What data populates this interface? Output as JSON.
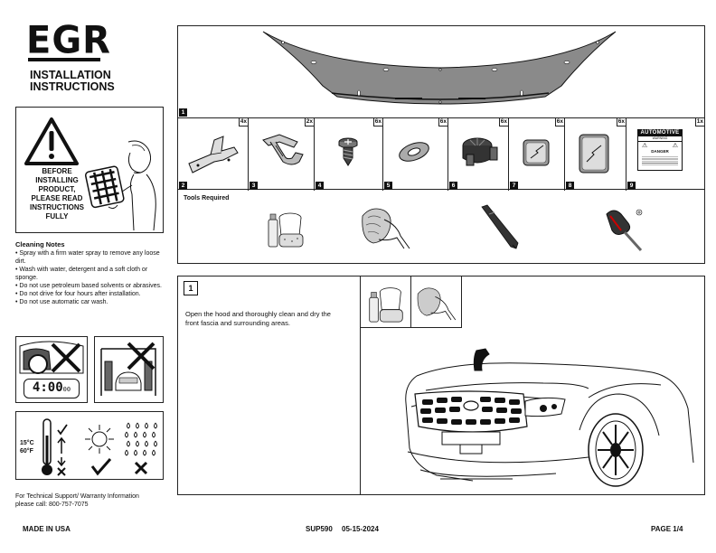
{
  "brand": {
    "logo_text": "EGR"
  },
  "header": {
    "line1": "INSTALLATION",
    "line2": "INSTRUCTIONS"
  },
  "warning": {
    "lines": [
      "BEFORE",
      "INSTALLING",
      "PRODUCT,",
      "PLEASE READ",
      "INSTRUCTIONS",
      "FULLY"
    ]
  },
  "cleaning_notes": {
    "title": "Cleaning Notes",
    "items": [
      "• Spray with a firm water spray to remove any loose dirt.",
      "• Wash with water, detergent and a soft cloth or sponge.",
      "• Do not use petroleum based solvents or abrasives.",
      "• Do not drive for four hours after installation.",
      "• Do not use automatic car wash."
    ]
  },
  "clock": {
    "display": "4:00",
    "suffix": "00"
  },
  "temperature": {
    "celsius": "15°C",
    "fahrenheit": "60°F"
  },
  "support": {
    "line1": "For Technical Support/ Warranty Information",
    "line2": "please call: 800-757-7075"
  },
  "parts": {
    "main_number": "1",
    "items": [
      {
        "number": "2",
        "qty": "4x",
        "icon": "bracket-clip-icon"
      },
      {
        "number": "3",
        "qty": "2x",
        "icon": "spring-clip-icon"
      },
      {
        "number": "4",
        "qty": "6x",
        "icon": "screw-icon"
      },
      {
        "number": "5",
        "qty": "6x",
        "icon": "washer-icon"
      },
      {
        "number": "6",
        "qty": "6x",
        "icon": "rubber-bumper-icon"
      },
      {
        "number": "7",
        "qty": "6x",
        "icon": "small-adhesive-pad-icon"
      },
      {
        "number": "8",
        "qty": "6x",
        "icon": "large-adhesive-pad-icon"
      },
      {
        "number": "9",
        "qty": "1x",
        "icon": "automotive-label-icon"
      }
    ],
    "label_card": {
      "title": "AUTOMOTIVE",
      "subtitle": "WARNING",
      "word": "DANGER"
    }
  },
  "tools": {
    "title": "Tools Required"
  },
  "step1": {
    "number": "1",
    "text": "Open the hood and thoroughly clean and dry the front fascia and surrounding areas."
  },
  "footer": {
    "left": "MADE IN USA",
    "code": "SUP590",
    "date": "05-15-2024",
    "page": "PAGE 1/4"
  }
}
